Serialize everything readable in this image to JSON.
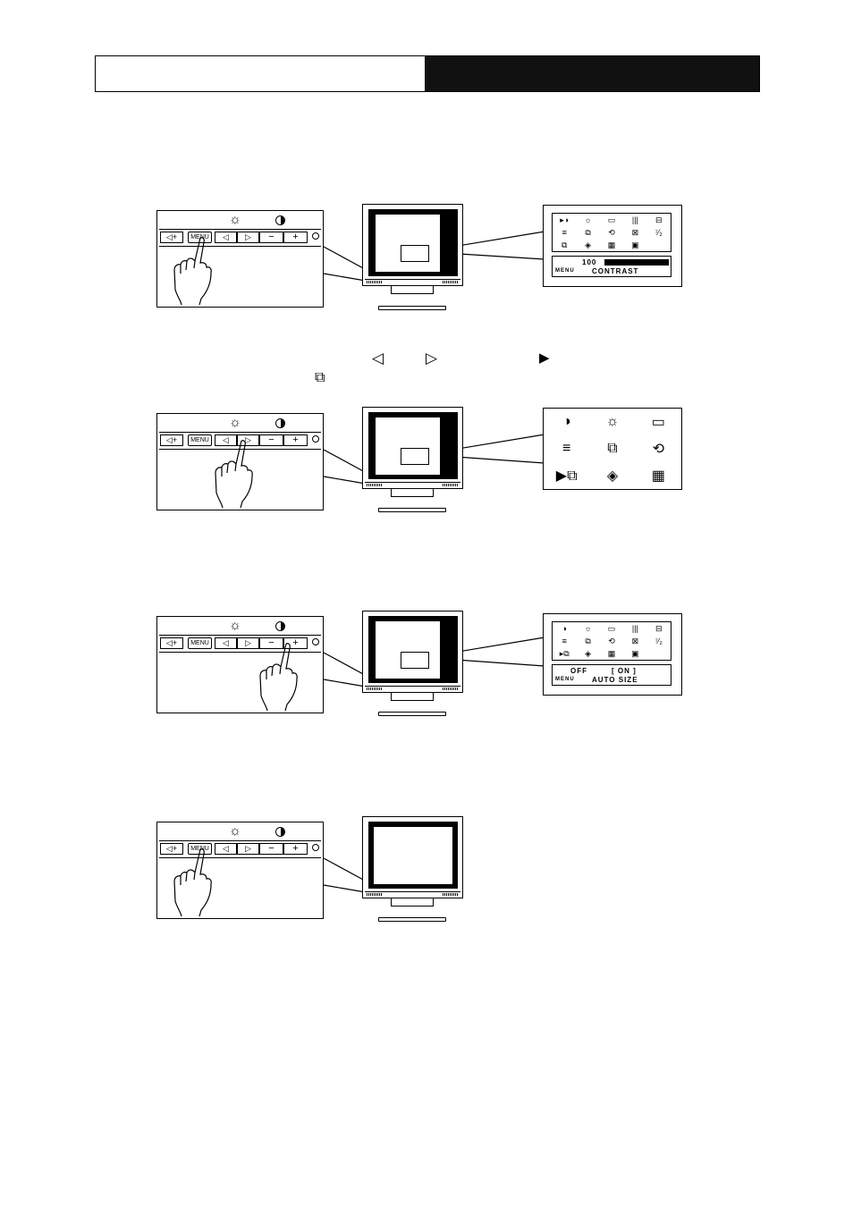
{
  "page": {
    "header_left": "",
    "header_right": ""
  },
  "panel": {
    "menu_label": "MENU",
    "minus_label": "−",
    "plus_label": "+",
    "left_arrow": "◁",
    "right_arrow": "▷",
    "sun_icon": "☼"
  },
  "step1": {
    "osd_value": "100",
    "osd_menu": "MENU",
    "osd_title": "CONTRAST"
  },
  "step2": {
    "inline_left_arrow": "◁",
    "inline_right_arrow": "▷",
    "inline_pointer": "▶",
    "inline_icon": "⧉"
  },
  "step3": {
    "osd_off": "OFF",
    "osd_on": "[ ON ]",
    "osd_menu": "MENU",
    "osd_title": "AUTO SIZE"
  }
}
